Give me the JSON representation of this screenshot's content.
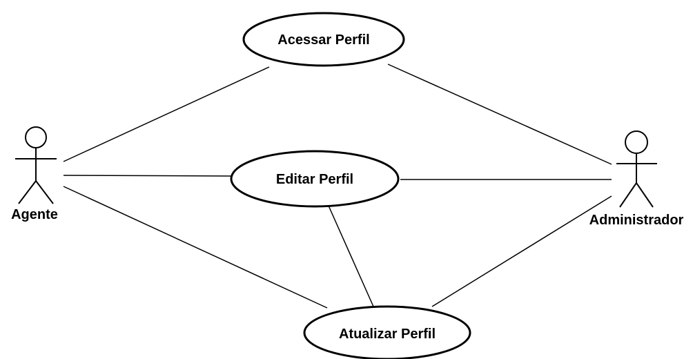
{
  "diagram": {
    "actors": {
      "agente": {
        "label": "Agente"
      },
      "administrador": {
        "label": "Administrador"
      }
    },
    "use_cases": {
      "acessar": {
        "label": "Acessar Perfil"
      },
      "editar": {
        "label": "Editar Perfil"
      },
      "atualizar": {
        "label": "Atualizar Perfil"
      }
    },
    "associations": [
      {
        "from": "Agente",
        "to": "Acessar Perfil"
      },
      {
        "from": "Agente",
        "to": "Editar Perfil"
      },
      {
        "from": "Agente",
        "to": "Atualizar Perfil"
      },
      {
        "from": "Administrador",
        "to": "Acessar Perfil"
      },
      {
        "from": "Administrador",
        "to": "Editar Perfil"
      },
      {
        "from": "Administrador",
        "to": "Atualizar Perfil"
      },
      {
        "from": "Editar Perfil",
        "to": "Atualizar Perfil"
      }
    ]
  }
}
